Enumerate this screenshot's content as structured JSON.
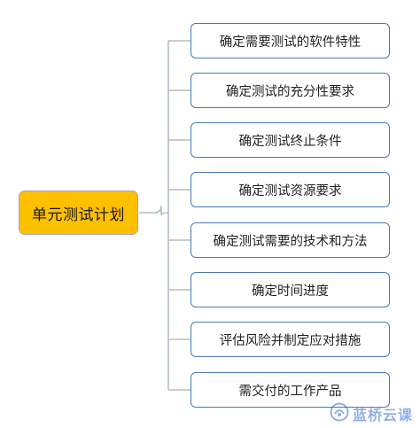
{
  "diagram": {
    "root": {
      "label": "单元测试计划"
    },
    "branches": [
      {
        "label": "确定需要测试的软件特性"
      },
      {
        "label": "确定测试的充分性要求"
      },
      {
        "label": "确定测试终止条件"
      },
      {
        "label": "确定测试资源要求"
      },
      {
        "label": "确定测试需要的技术和方法"
      },
      {
        "label": "确定时间进度"
      },
      {
        "label": "评估风险并制定应对措施"
      },
      {
        "label": "需交付的工作产品"
      }
    ]
  },
  "watermark": {
    "text": "蓝桥云课",
    "icon": "lanqiao-logo-icon"
  },
  "colors": {
    "root_fill": "#ffc000",
    "root_border": "#a6a6a6",
    "leaf_border": "#4a7ab5",
    "connector": "#b0bec5",
    "watermark": "#3a6fd1"
  }
}
